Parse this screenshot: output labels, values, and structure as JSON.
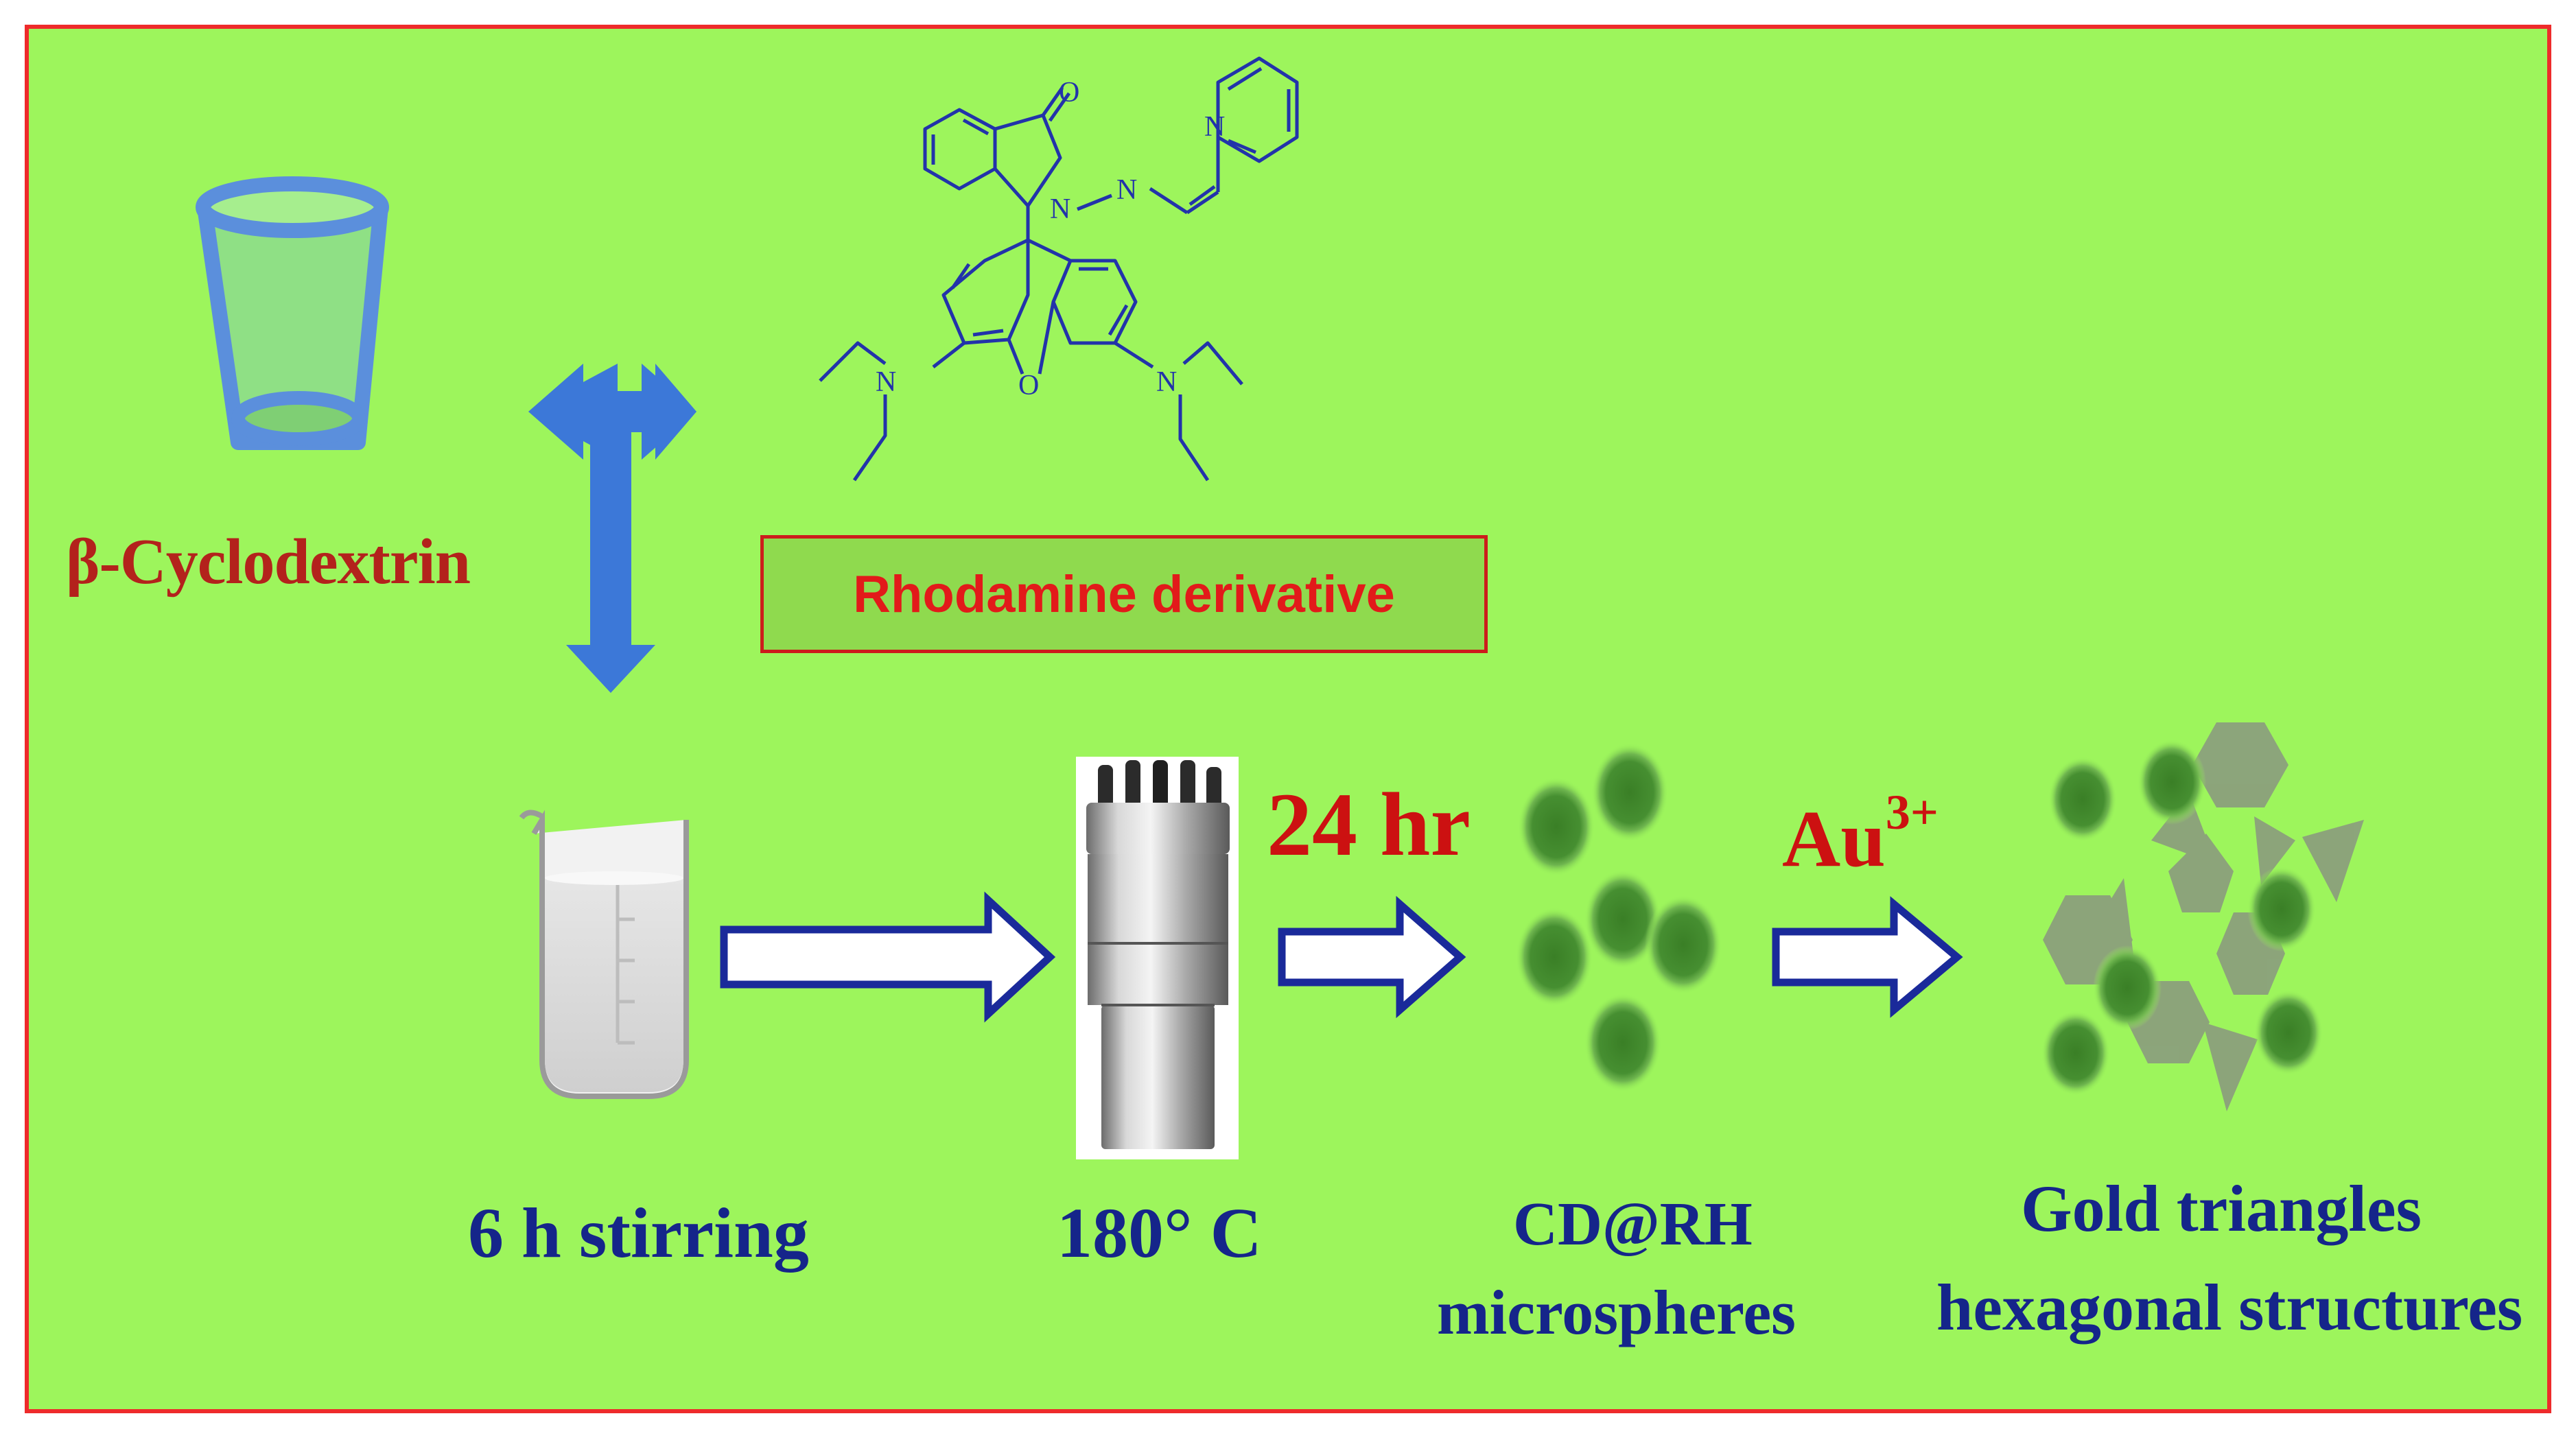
{
  "labels": {
    "cyclodextrin": "β-Cyclodextrin",
    "rhodamine": "Rhodamine derivative",
    "time": "24 hr",
    "gold_ion": "Au",
    "gold_ion_charge": "3+",
    "stirring": "6 h stirring",
    "temperature": "180° C",
    "microspheres_line1": "CD@RH",
    "microspheres_line2": "microspheres",
    "structures_line1": "Gold triangles",
    "structures_line2": "hexagonal structures"
  },
  "molecule_atoms": {
    "oxygen_carbonyl": "O",
    "nitrogen_ring": "N",
    "nitrogen_imine": "N",
    "nitrogen_pyridine": "N",
    "oxygen_xanthene": "O",
    "nitrogen_left": "N",
    "nitrogen_right": "N"
  },
  "colors": {
    "background": "#9df55c",
    "border": "#ee2b2b",
    "label_navy": "#15258a",
    "label_red": "#cc1111",
    "arrow_blue": "#3c78d8",
    "molecule": "#2233aa",
    "particle": "#3f8a2c"
  },
  "icons": [
    "cup-icon",
    "double-arrow-icon",
    "beaker-icon",
    "autoclave-icon",
    "arrow-icon"
  ]
}
